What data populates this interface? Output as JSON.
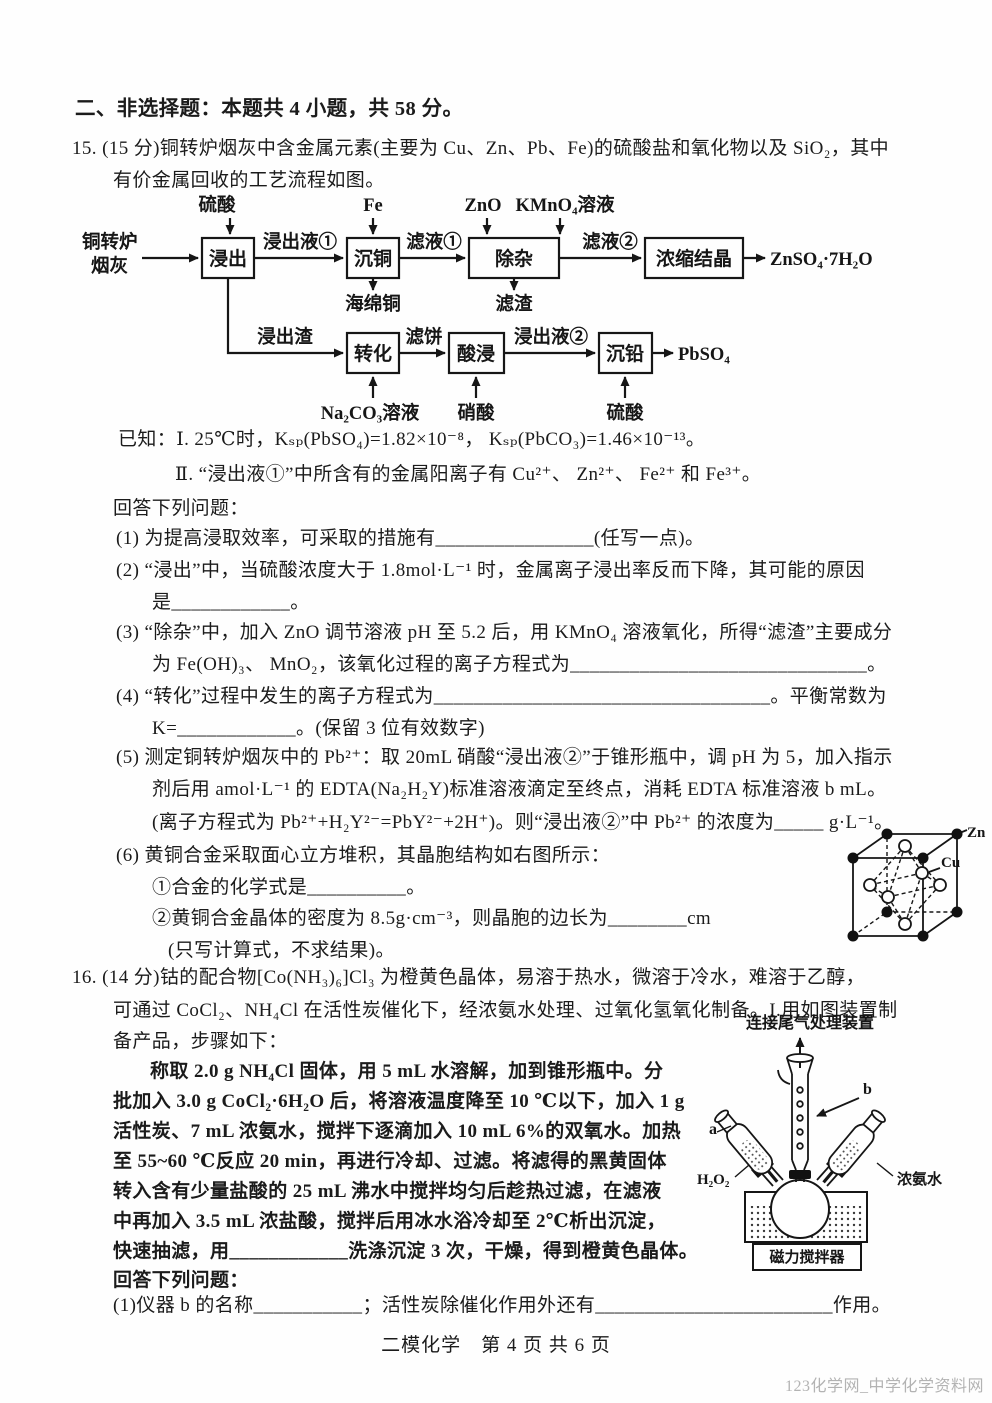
{
  "header": {
    "section_title": "二、非选择题：本题共 4 小题，共 58 分。"
  },
  "q15": {
    "intro": [
      "15. (15 分)铜转炉烟灰中含金属元素(主要为 Cu、Zn、Pb、Fe)的硫酸盐和氧化物以及 SiO₂，其中",
      "有价金属回收的工艺流程如图。"
    ],
    "flowchart": {
      "feed_line1": "铜转炉",
      "feed_line2": "烟灰",
      "reagent_sulfuric_acid_1": "硫酸",
      "reagent_fe": "Fe",
      "reagent_zno": "ZnO",
      "reagent_kmno4": "KMnO₄溶液",
      "reagent_na2co3": "Na₂CO₃溶液",
      "reagent_nitric_acid": "硝酸",
      "reagent_sulfuric_acid_2": "硫酸",
      "box_leach": "浸出",
      "box_cement_cu": "沉铜",
      "box_purify": "除杂",
      "box_crystallize": "浓缩结晶",
      "box_convert": "转化",
      "box_acid_leach": "酸浸",
      "box_precip_pb": "沉铅",
      "stream_leachate1": "浸出液①",
      "stream_filtrate1": "滤液①",
      "stream_filtrate2": "滤液②",
      "stream_residue": "浸出渣",
      "stream_filter_cake": "滤饼",
      "stream_leachate2": "浸出液②",
      "out_sponge_cu": "海绵铜",
      "out_filter_residue": "滤渣",
      "out_znso4": "ZnSO₄·7H₂O",
      "out_pbso4": "PbSO₄"
    },
    "known": [
      "已知：Ⅰ. 25℃时，Kₛₚ(PbSO₄)=1.82×10⁻⁸， Kₛₚ(PbCO₃)=1.46×10⁻¹³。",
      "Ⅱ. “浸出液①”中所含有的金属阳离子有 Cu²⁺、 Zn²⁺、 Fe²⁺ 和 Fe³⁺。"
    ],
    "prompt": "回答下列问题：",
    "q1": [
      "(1) 为提高浸取效率，可采取的措施有________________(任写一点)。"
    ],
    "q2": [
      "(2) “浸出”中，当硫酸浓度大于 1.8mol·L⁻¹ 时，金属离子浸出率反而下降，其可能的原因",
      "是____________。"
    ],
    "q3": [
      "(3) “除杂”中，加入 ZnO 调节溶液 pH 至 5.2 后，用 KMnO₄ 溶液氧化，所得“滤渣”主要成分",
      "为 Fe(OH)₃、 MnO₂，该氧化过程的离子方程式为______________________________。"
    ],
    "q4": [
      "(4) “转化”过程中发生的离子方程式为__________________________________。平衡常数为",
      "K=____________。(保留 3 位有效数字)"
    ],
    "q5": [
      "(5) 测定铜转炉烟灰中的 Pb²⁺：取 20mL 硝酸“浸出液②”于锥形瓶中，调 pH 为 5，加入指示",
      "剂后用 amol·L⁻¹ 的 EDTA(Na₂H₂Y)标准溶液滴定至终点，消耗 EDTA 标准溶液 b mL。",
      "(离子方程式为 Pb²⁺+H₂Y²⁻=PbY²⁻+2H⁺)。则“浸出液②”中 Pb²⁺ 的浓度为_____ g·L⁻¹。"
    ],
    "q6": [
      "(6) 黄铜合金采取面心立方堆积，其晶胞结构如右图所示：",
      "①合金的化学式是__________。",
      "②黄铜合金晶体的密度为 8.5g·cm⁻³，则晶胞的边长为________cm",
      "(只写计算式，不求结果)。"
    ],
    "crystal": {
      "label_zn": "Zn",
      "label_cu": "Cu"
    }
  },
  "q16": {
    "intro": [
      "16. (14 分)钴的配合物[Co(NH₃)₆]Cl₃ 为橙黄色晶体，易溶于热水，微溶于冷水，难溶于乙醇，",
      "可通过 CoCl₂、NH₄Cl 在活性炭催化下，经浓氨水处理、过氧化氢氧化制备。I.用如图装置制",
      "备产品，步骤如下："
    ],
    "steps": [
      "称取 2.0 g NH₄Cl 固体，用 5 mL 水溶解，加到锥形瓶中。分",
      "批加入 3.0 g CoCl₂·6H₂O 后，将溶液温度降至 10 ℃以下，加入 1 g",
      "活性炭、7 mL 浓氨水，搅拌下逐滴加入 10 mL 6%的双氧水。加热",
      "至 55~60 ℃反应 20 min，再进行冷却、过滤。将滤得的黑黄固体",
      "转入含有少量盐酸的 25 mL 沸水中搅拌均匀后趁热过滤，在滤液",
      "中再加入 3.5 mL 浓盐酸，搅拌后用冰水浴冷却至 2℃析出沉淀，",
      "快速抽滤，用____________洗涤沉淀 3 次，干燥，得到橙黄色晶体。"
    ],
    "prompt": "回答下列问题：",
    "q1": "(1)仪器 b 的名称___________；活性炭除催化作用外还有________________________作用。",
    "apparatus": {
      "label_top": "连接尾气处理装置",
      "label_b": "b",
      "label_a": "a",
      "label_h2o2": "H₂O₂",
      "label_ammonia": "浓氨水",
      "label_stirrer": "磁力搅拌器"
    }
  },
  "page": {
    "footer": "二模化学　第 4 页 共 6 页",
    "watermark": "123化学网_中学化学资料网"
  }
}
